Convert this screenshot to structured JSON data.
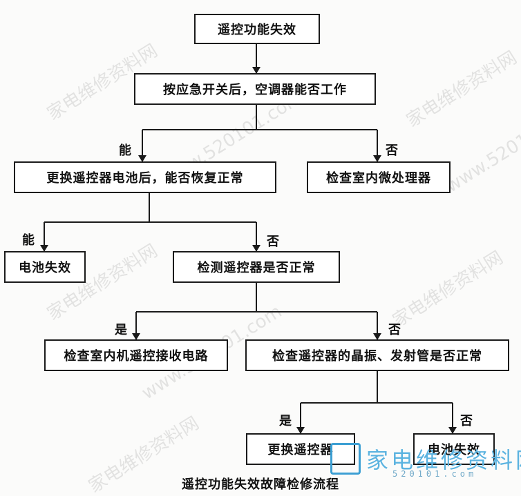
{
  "nodes": {
    "n1": "遥控功能失效",
    "n2": "按应急开关后，空调器能否工作",
    "n3": "更换遥控器电池后，能否恢复正常",
    "n4": "检查室内微处理器",
    "n5": "电池失效",
    "n6": "检测遥控器是否正常",
    "n7": "检查室内机遥控接收电路",
    "n8": "检查遥控器的晶振、发射管是否正常",
    "n9": "更换遥控器",
    "n10": "电池失效"
  },
  "labels": {
    "l1": "能",
    "l2": "否",
    "l3": "能",
    "l4": "否",
    "l5": "是",
    "l6": "否",
    "l7": "是",
    "l8": "否"
  },
  "caption": "遥控功能失效故障检修流程",
  "watermark": {
    "site_name": "家电维修资料网",
    "site_url": "www.520101.com"
  },
  "logo": {
    "text": "家电维修资料网",
    "url": "520101.com",
    "color": "#3c9fd3"
  }
}
